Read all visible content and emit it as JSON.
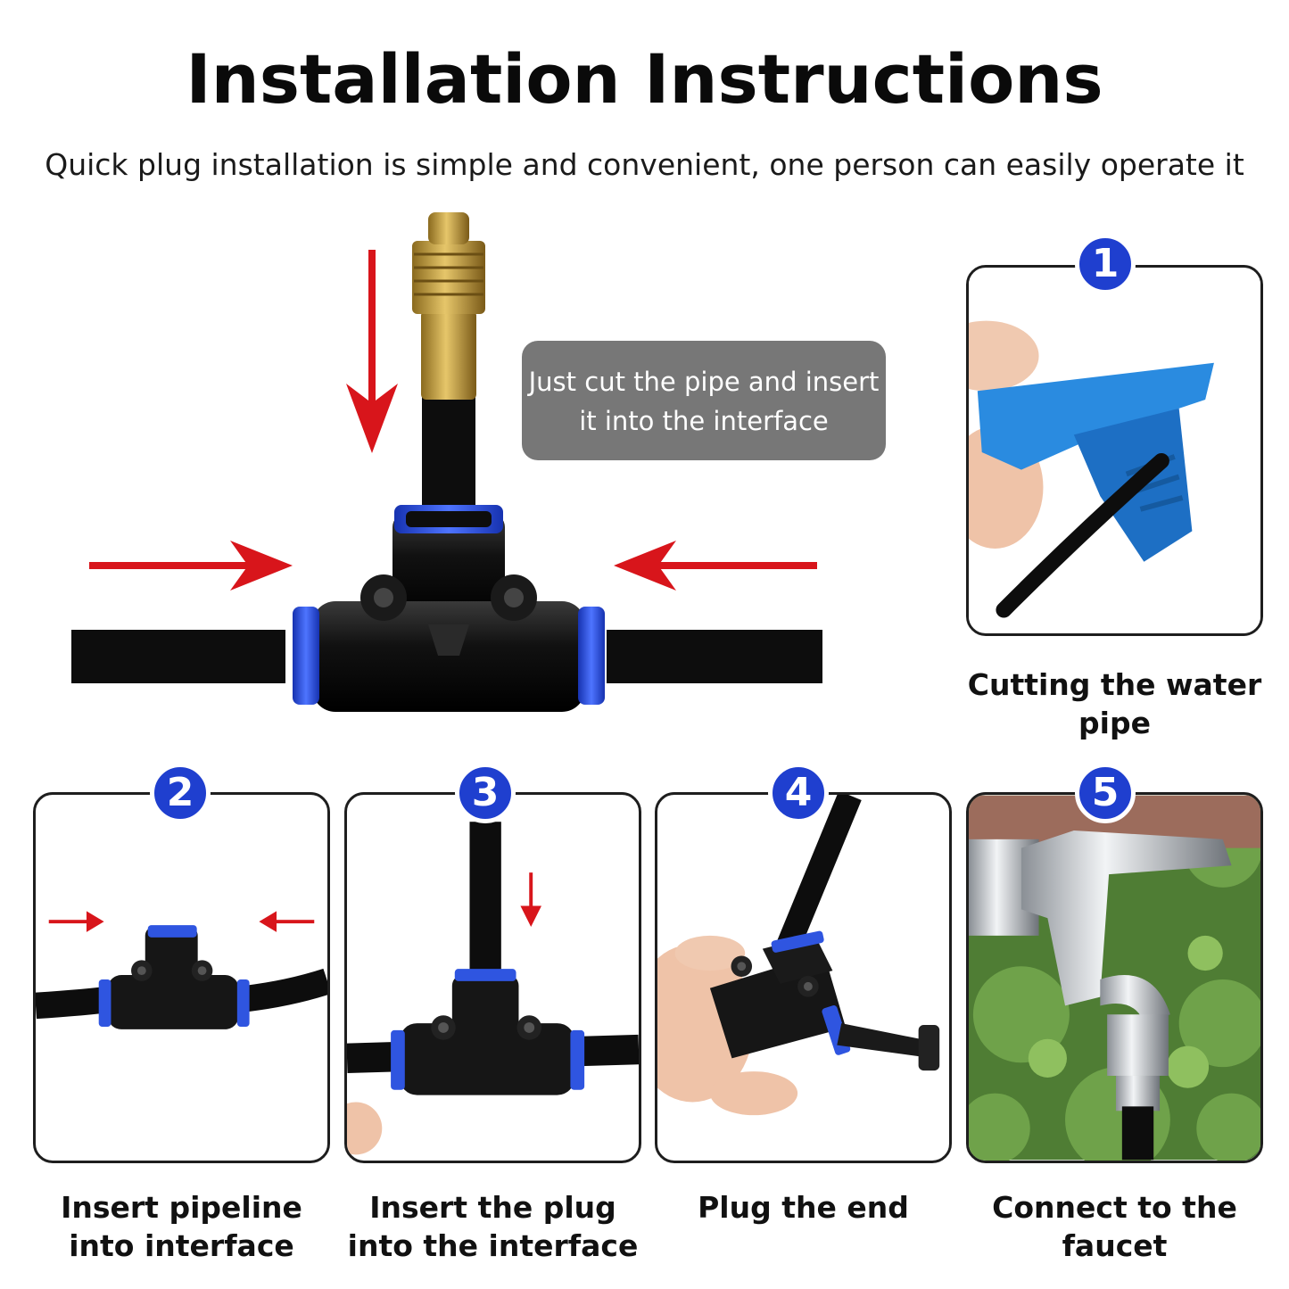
{
  "header": {
    "title": "Installation Instructions",
    "subtitle": "Quick plug installation is simple and convenient, one person can easily operate it"
  },
  "callout": {
    "line1": "Just cut the pipe and insert",
    "line2": "it into the interface"
  },
  "colors": {
    "badge": "#1f3fcf",
    "arrow": "#d8151b",
    "ring": "#2f55e0",
    "brass": "#c9a240",
    "callout": "#777777"
  },
  "steps": [
    {
      "number": "1",
      "caption_line1": "Cutting the water",
      "caption_line2": "pipe",
      "icon": "pipe-cutter-icon"
    },
    {
      "number": "2",
      "caption_line1": "Insert pipeline",
      "caption_line2": "into interface",
      "icon": "tee-connector-icon"
    },
    {
      "number": "3",
      "caption_line1": "Insert the plug",
      "caption_line2": "into the interface",
      "icon": "tee-with-pipe-icon"
    },
    {
      "number": "4",
      "caption_line1": "Plug the end",
      "caption_line2": "",
      "icon": "end-plug-icon"
    },
    {
      "number": "5",
      "caption_line1": "Connect to the",
      "caption_line2": "faucet",
      "icon": "faucet-icon"
    }
  ]
}
